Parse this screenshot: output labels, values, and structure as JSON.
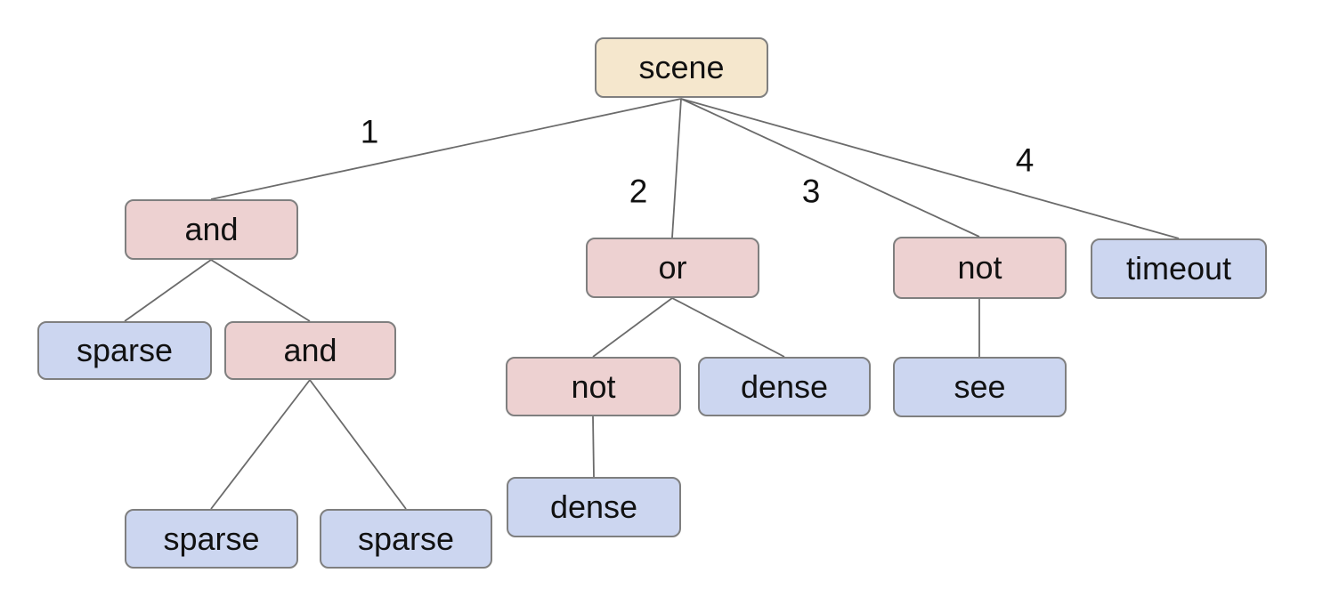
{
  "diagram": {
    "type": "tree",
    "background": "#ffffff",
    "colors": {
      "background": "#ffffff",
      "root_fill": "#f5e7cd",
      "operator_fill": "#edd1d1",
      "leaf_fill": "#ccd6f0",
      "node_border": "#7f7f7f",
      "edge_stroke": "#6b6b6b",
      "text": "#111111"
    },
    "nodes": [
      {
        "id": "scene",
        "label": "scene",
        "type": "root"
      },
      {
        "id": "and-a",
        "label": "and",
        "type": "operator"
      },
      {
        "id": "or",
        "label": "or",
        "type": "operator"
      },
      {
        "id": "not-b",
        "label": "not",
        "type": "operator"
      },
      {
        "id": "timeout",
        "label": "timeout",
        "type": "leaf"
      },
      {
        "id": "sparse-a",
        "label": "sparse",
        "type": "leaf"
      },
      {
        "id": "and-b",
        "label": "and",
        "type": "operator"
      },
      {
        "id": "not-a",
        "label": "not",
        "type": "operator"
      },
      {
        "id": "dense-a",
        "label": "dense",
        "type": "leaf"
      },
      {
        "id": "see",
        "label": "see",
        "type": "leaf"
      },
      {
        "id": "dense-b",
        "label": "dense",
        "type": "leaf"
      },
      {
        "id": "sparse-b",
        "label": "sparse",
        "type": "leaf"
      },
      {
        "id": "sparse-c",
        "label": "sparse",
        "type": "leaf"
      }
    ],
    "edges": [
      {
        "from": "scene",
        "to": "and-a",
        "label": "1"
      },
      {
        "from": "scene",
        "to": "or",
        "label": "2"
      },
      {
        "from": "scene",
        "to": "not-b",
        "label": "3"
      },
      {
        "from": "scene",
        "to": "timeout",
        "label": "4"
      },
      {
        "from": "and-a",
        "to": "sparse-a",
        "label": ""
      },
      {
        "from": "and-a",
        "to": "and-b",
        "label": ""
      },
      {
        "from": "and-b",
        "to": "sparse-b",
        "label": ""
      },
      {
        "from": "and-b",
        "to": "sparse-c",
        "label": ""
      },
      {
        "from": "or",
        "to": "not-a",
        "label": ""
      },
      {
        "from": "or",
        "to": "dense-a",
        "label": ""
      },
      {
        "from": "not-a",
        "to": "dense-b",
        "label": ""
      },
      {
        "from": "not-b",
        "to": "see",
        "label": ""
      }
    ],
    "edge_labels": [
      {
        "text": "1"
      },
      {
        "text": "2"
      },
      {
        "text": "3"
      },
      {
        "text": "4"
      }
    ]
  }
}
